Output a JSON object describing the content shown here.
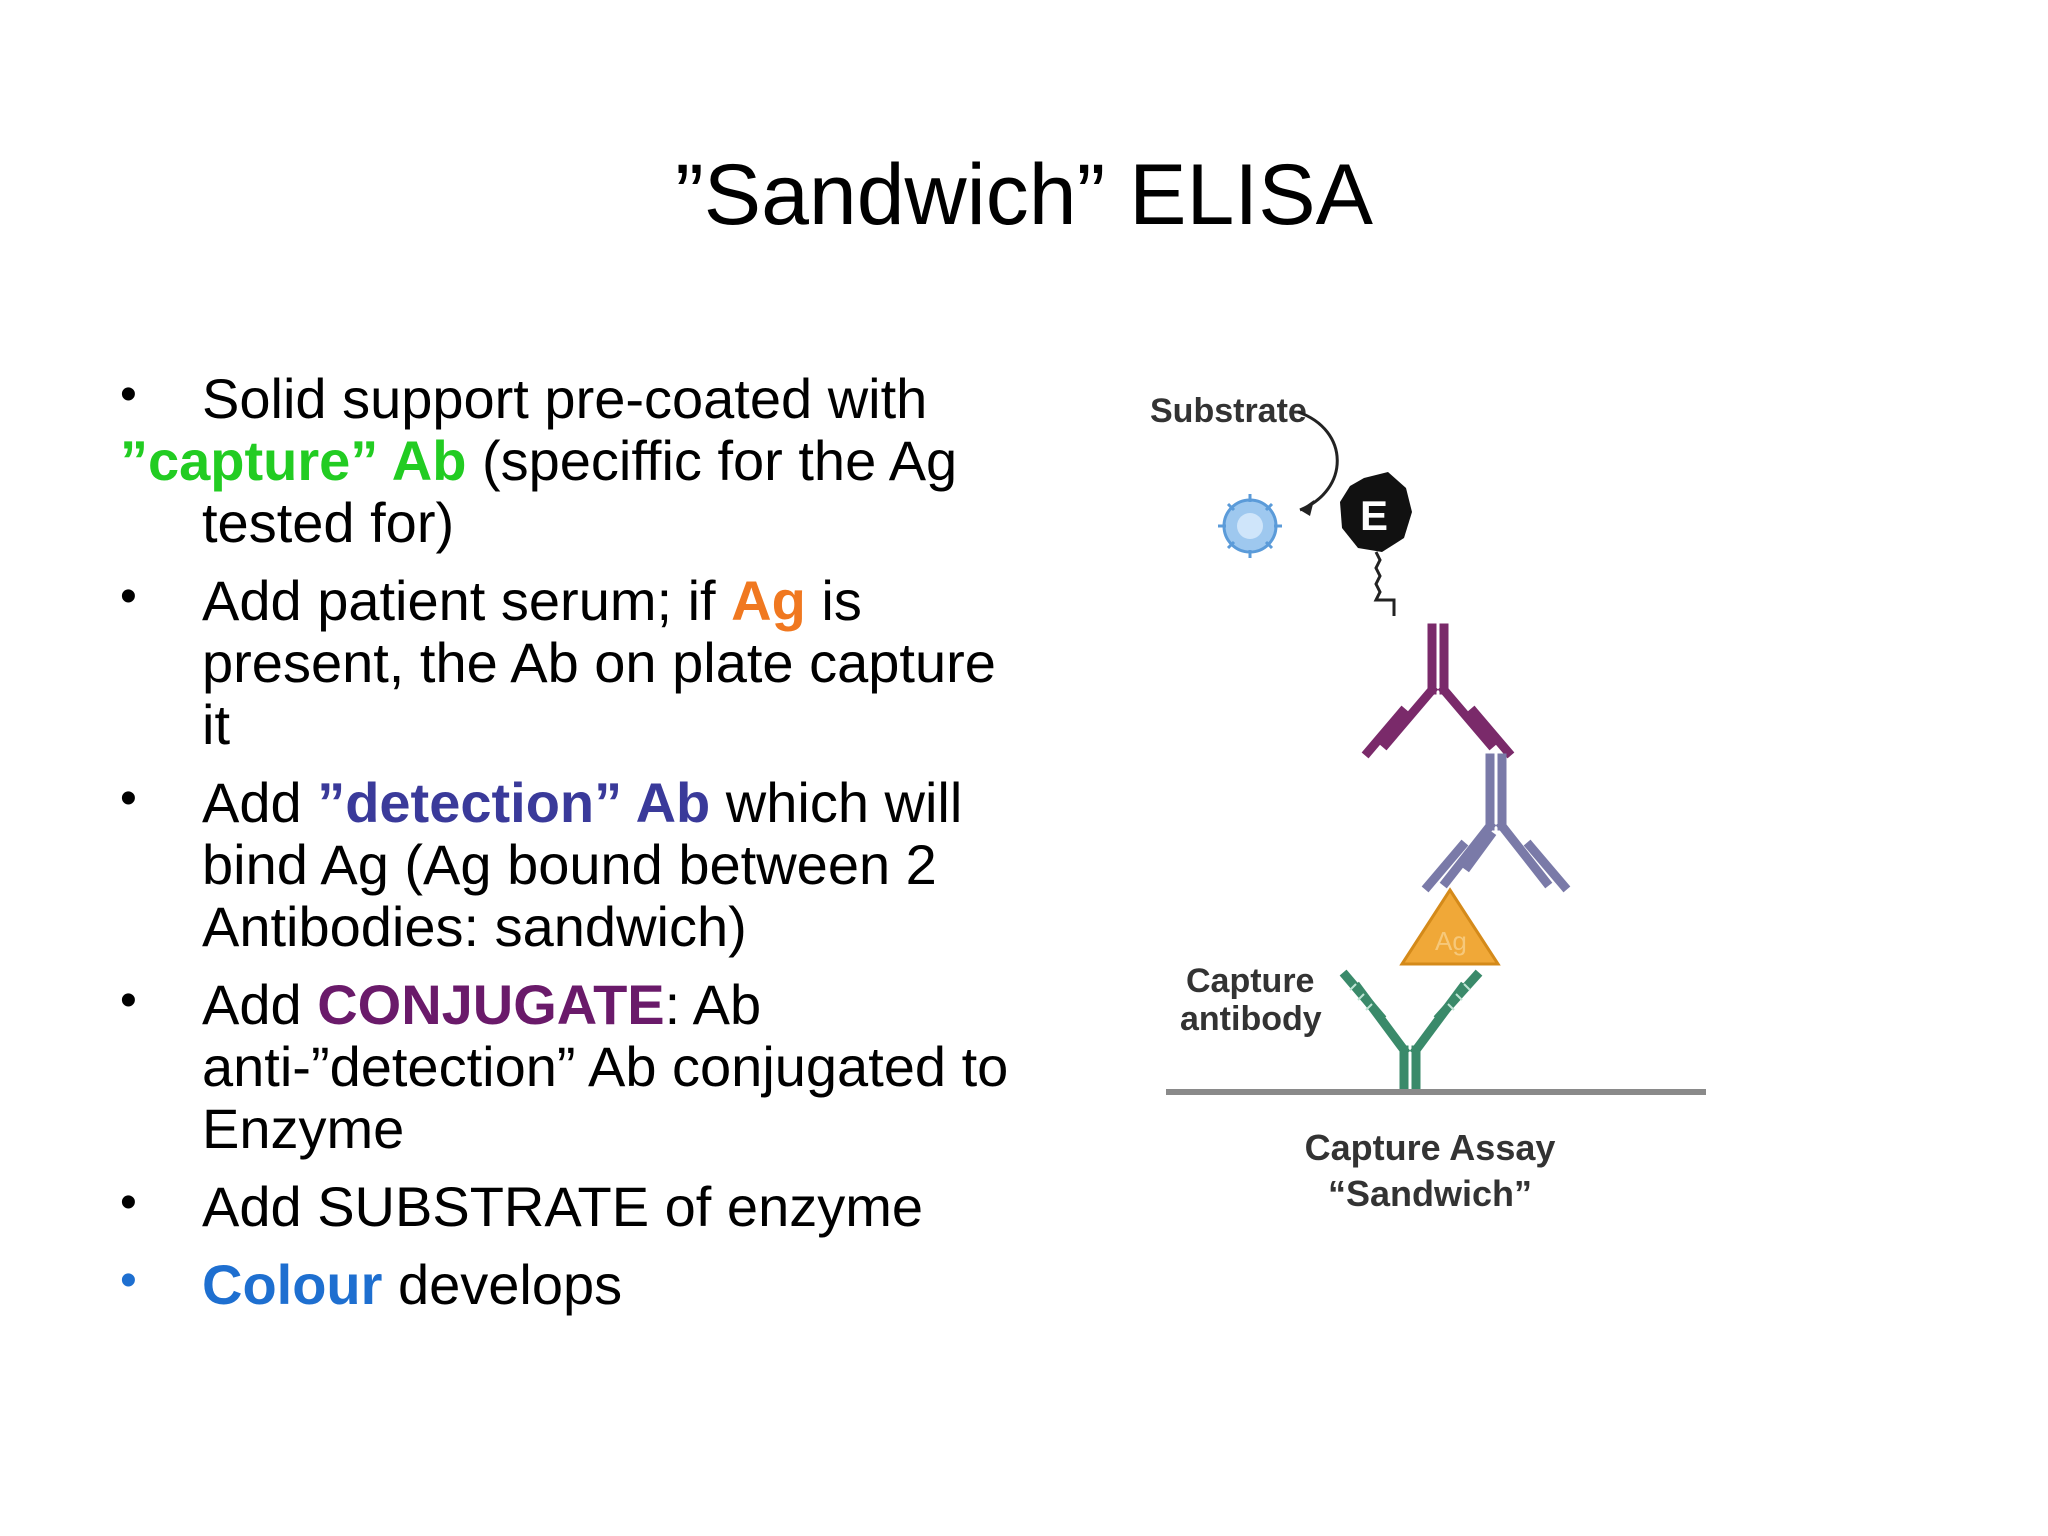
{
  "slide": {
    "title": "”Sandwich” ELISA"
  },
  "bullets": {
    "b1_line1": "Solid support pre-coated with",
    "b1_capture": "”capture” Ab",
    "b1_rest1": " (speciffic for the Ag",
    "b1_rest2": "tested for)",
    "b2_pre": "Add patient serum; if ",
    "b2_ag": "Ag",
    "b2_post": " is present, the Ab on plate capture it",
    "b3_pre": "Add ",
    "b3_detection": "”detection” Ab",
    "b3_post": " which will bind Ag (Ag bound between 2 Antibodies: sandwich)",
    "b4_pre": "Add ",
    "b4_conjugate": "CONJUGATE",
    "b4_post": ": Ab anti-”detection” Ab conjugated to Enzyme",
    "b5": "Add SUBSTRATE of enzyme",
    "b6_colour": "Colour",
    "b6_post": " develops",
    "bullet_glyph": "•"
  },
  "colors": {
    "capture_green": "#22cc22",
    "ag_orange": "#f07820",
    "detection_blue": "#3a3a9a",
    "conjugate_purple": "#6a1a6a",
    "colour_blue": "#1e6fd0",
    "antibody_purple": "#7a2a6a",
    "antibody_slate": "#7a7aa8",
    "antibody_green": "#3a8a6a",
    "antigen_orange": "#f0a838"
  },
  "figure": {
    "substrate_label": "Substrate",
    "enzyme_letter": "E",
    "antigen_label": "Ag",
    "capture_label_1": "Capture",
    "capture_label_2": "antibody",
    "caption_1": "Capture Assay",
    "caption_2": "“Sandwich”"
  }
}
